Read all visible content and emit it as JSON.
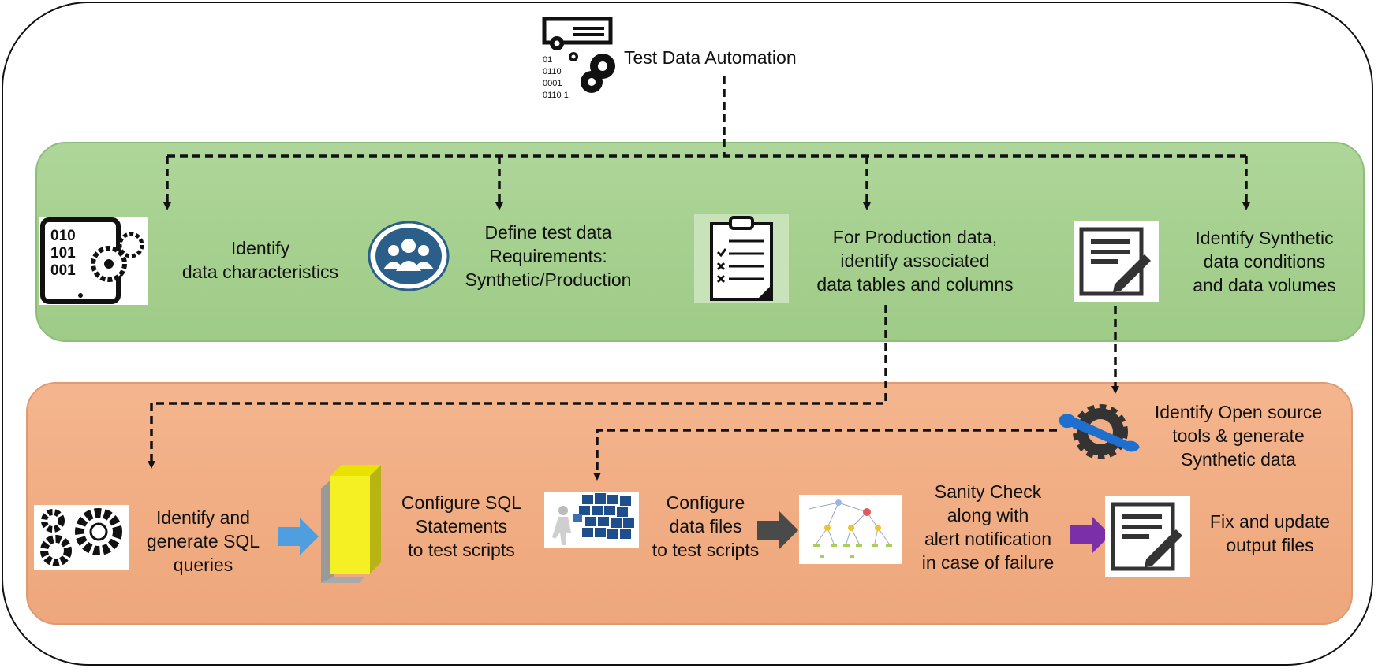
{
  "root": {
    "title": "Test Data Automation",
    "icon_text": [
      "01",
      "0110",
      "0001",
      "0110 1"
    ]
  },
  "top_steps": [
    {
      "lines": [
        "Identify",
        "data characteristics"
      ],
      "icon": "tablet-gears-icon",
      "icon_text": [
        "010",
        "101",
        "001"
      ]
    },
    {
      "lines": [
        "Define test data",
        "Requirements:",
        "Synthetic/Production"
      ],
      "icon": "team-icon"
    },
    {
      "lines": [
        "For Production data,",
        "identify associated",
        "data tables and columns"
      ],
      "icon": "clipboard-checklist-icon"
    },
    {
      "lines": [
        "Identify Synthetic",
        "data conditions",
        "and  data volumes"
      ],
      "icon": "edit-document-icon"
    }
  ],
  "tools_step": {
    "lines": [
      "Identify Open source",
      "tools & generate",
      "Synthetic data"
    ],
    "icon": "wrench-gear-icon"
  },
  "bottom_steps": [
    {
      "lines": [
        "Identify and",
        "generate SQL",
        "queries"
      ],
      "icon": "gears-icon"
    },
    {
      "lines": [
        "Configure SQL",
        "Statements",
        "to test scripts"
      ],
      "icon": "yellow-block-icon"
    },
    {
      "lines": [
        "Configure",
        "data files",
        "to test scripts"
      ],
      "icon": "data-wall-icon"
    },
    {
      "lines": [
        "Sanity Check",
        "along with",
        "alert notification",
        "in case of failure"
      ],
      "icon": "flowchart-icon"
    },
    {
      "lines": [
        "Fix and update",
        "output files"
      ],
      "icon": "edit-document-icon"
    }
  ],
  "colors": {
    "green_band": "#a6d08f",
    "orange_band": "#f1ad83",
    "arrow_blue": "#4f9fe0",
    "arrow_gray": "#4a4a4a",
    "arrow_purple": "#7b2fa8",
    "block_yellow": "#f4f024",
    "team_circle": "#2b5f8a",
    "wrench_blue": "#1e6fd0"
  }
}
